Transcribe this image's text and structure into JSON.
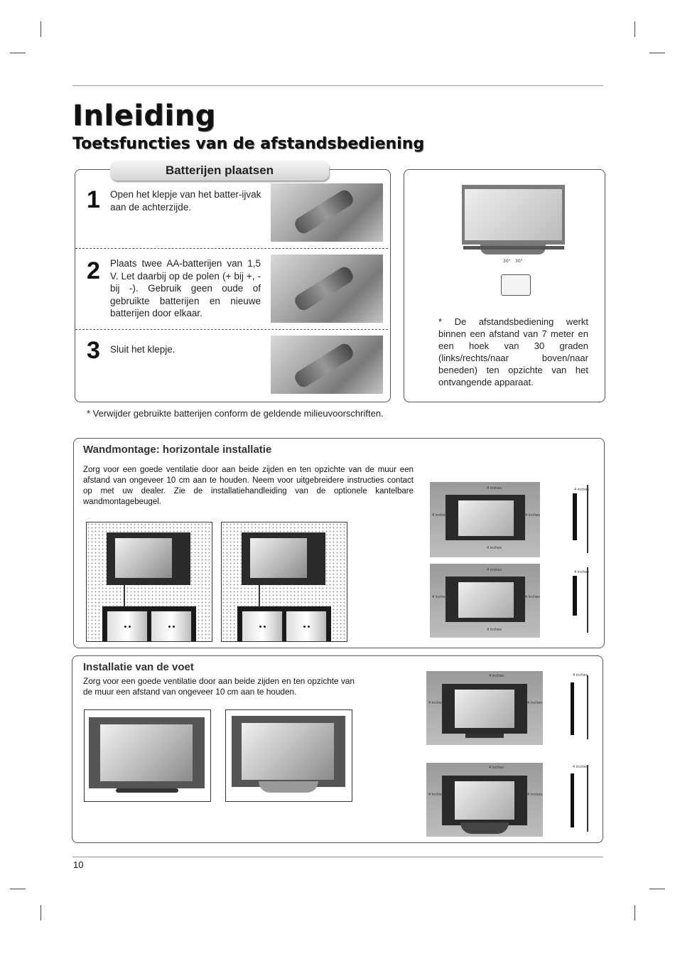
{
  "header": {
    "title": "Inleiding",
    "subtitle": "Toetsfuncties van de afstandsbediening"
  },
  "batteries": {
    "tab_label": "Batterijen plaatsen",
    "steps": [
      {
        "number": "1",
        "text": "Open het klepje van het batter-ijvak aan de achterzijde."
      },
      {
        "number": "2",
        "text": "Plaats twee AA-batterijen van 1,5 V. Let daarbij op de polen (+ bij +, - bij -). Gebruik geen oude of gebruikte batterijen en nieuwe batterijen door elkaar."
      },
      {
        "number": "3",
        "text": "Sluit het klepje."
      }
    ],
    "footnote": "* Verwijder gebruikte batterijen conform de geldende milieuvoorschriften."
  },
  "remote_range": {
    "angle_left": "30°",
    "angle_right": "30°",
    "note": "* De afstandsbediening werkt binnen een afstand van 7 meter en een hoek van 30 graden (links/rechts/naar boven/naar beneden) ten opzichte van het ontvangende apparaat."
  },
  "wall_mount": {
    "title": "Wandmontage: horizontale installatie",
    "text": "Zorg voor een goede ventilatie door aan beide zijden en ten opzichte van de muur een afstand van ongeveer 10 cm aan te houden. Neem voor uitgebreidere instructies contact op met uw dealer. Zie de installatiehandleiding van de optionele kantelbare wandmontagebeugel.",
    "clearance_label": "4 inches"
  },
  "stand": {
    "title": "Installatie van de voet",
    "text": "Zorg voor een goede ventilatie door aan beide zijden en ten opzichte van de muur een afstand van ongeveer 10 cm aan te houden.",
    "clearance_label": "4 inches"
  },
  "footer": {
    "page_number": "10"
  }
}
